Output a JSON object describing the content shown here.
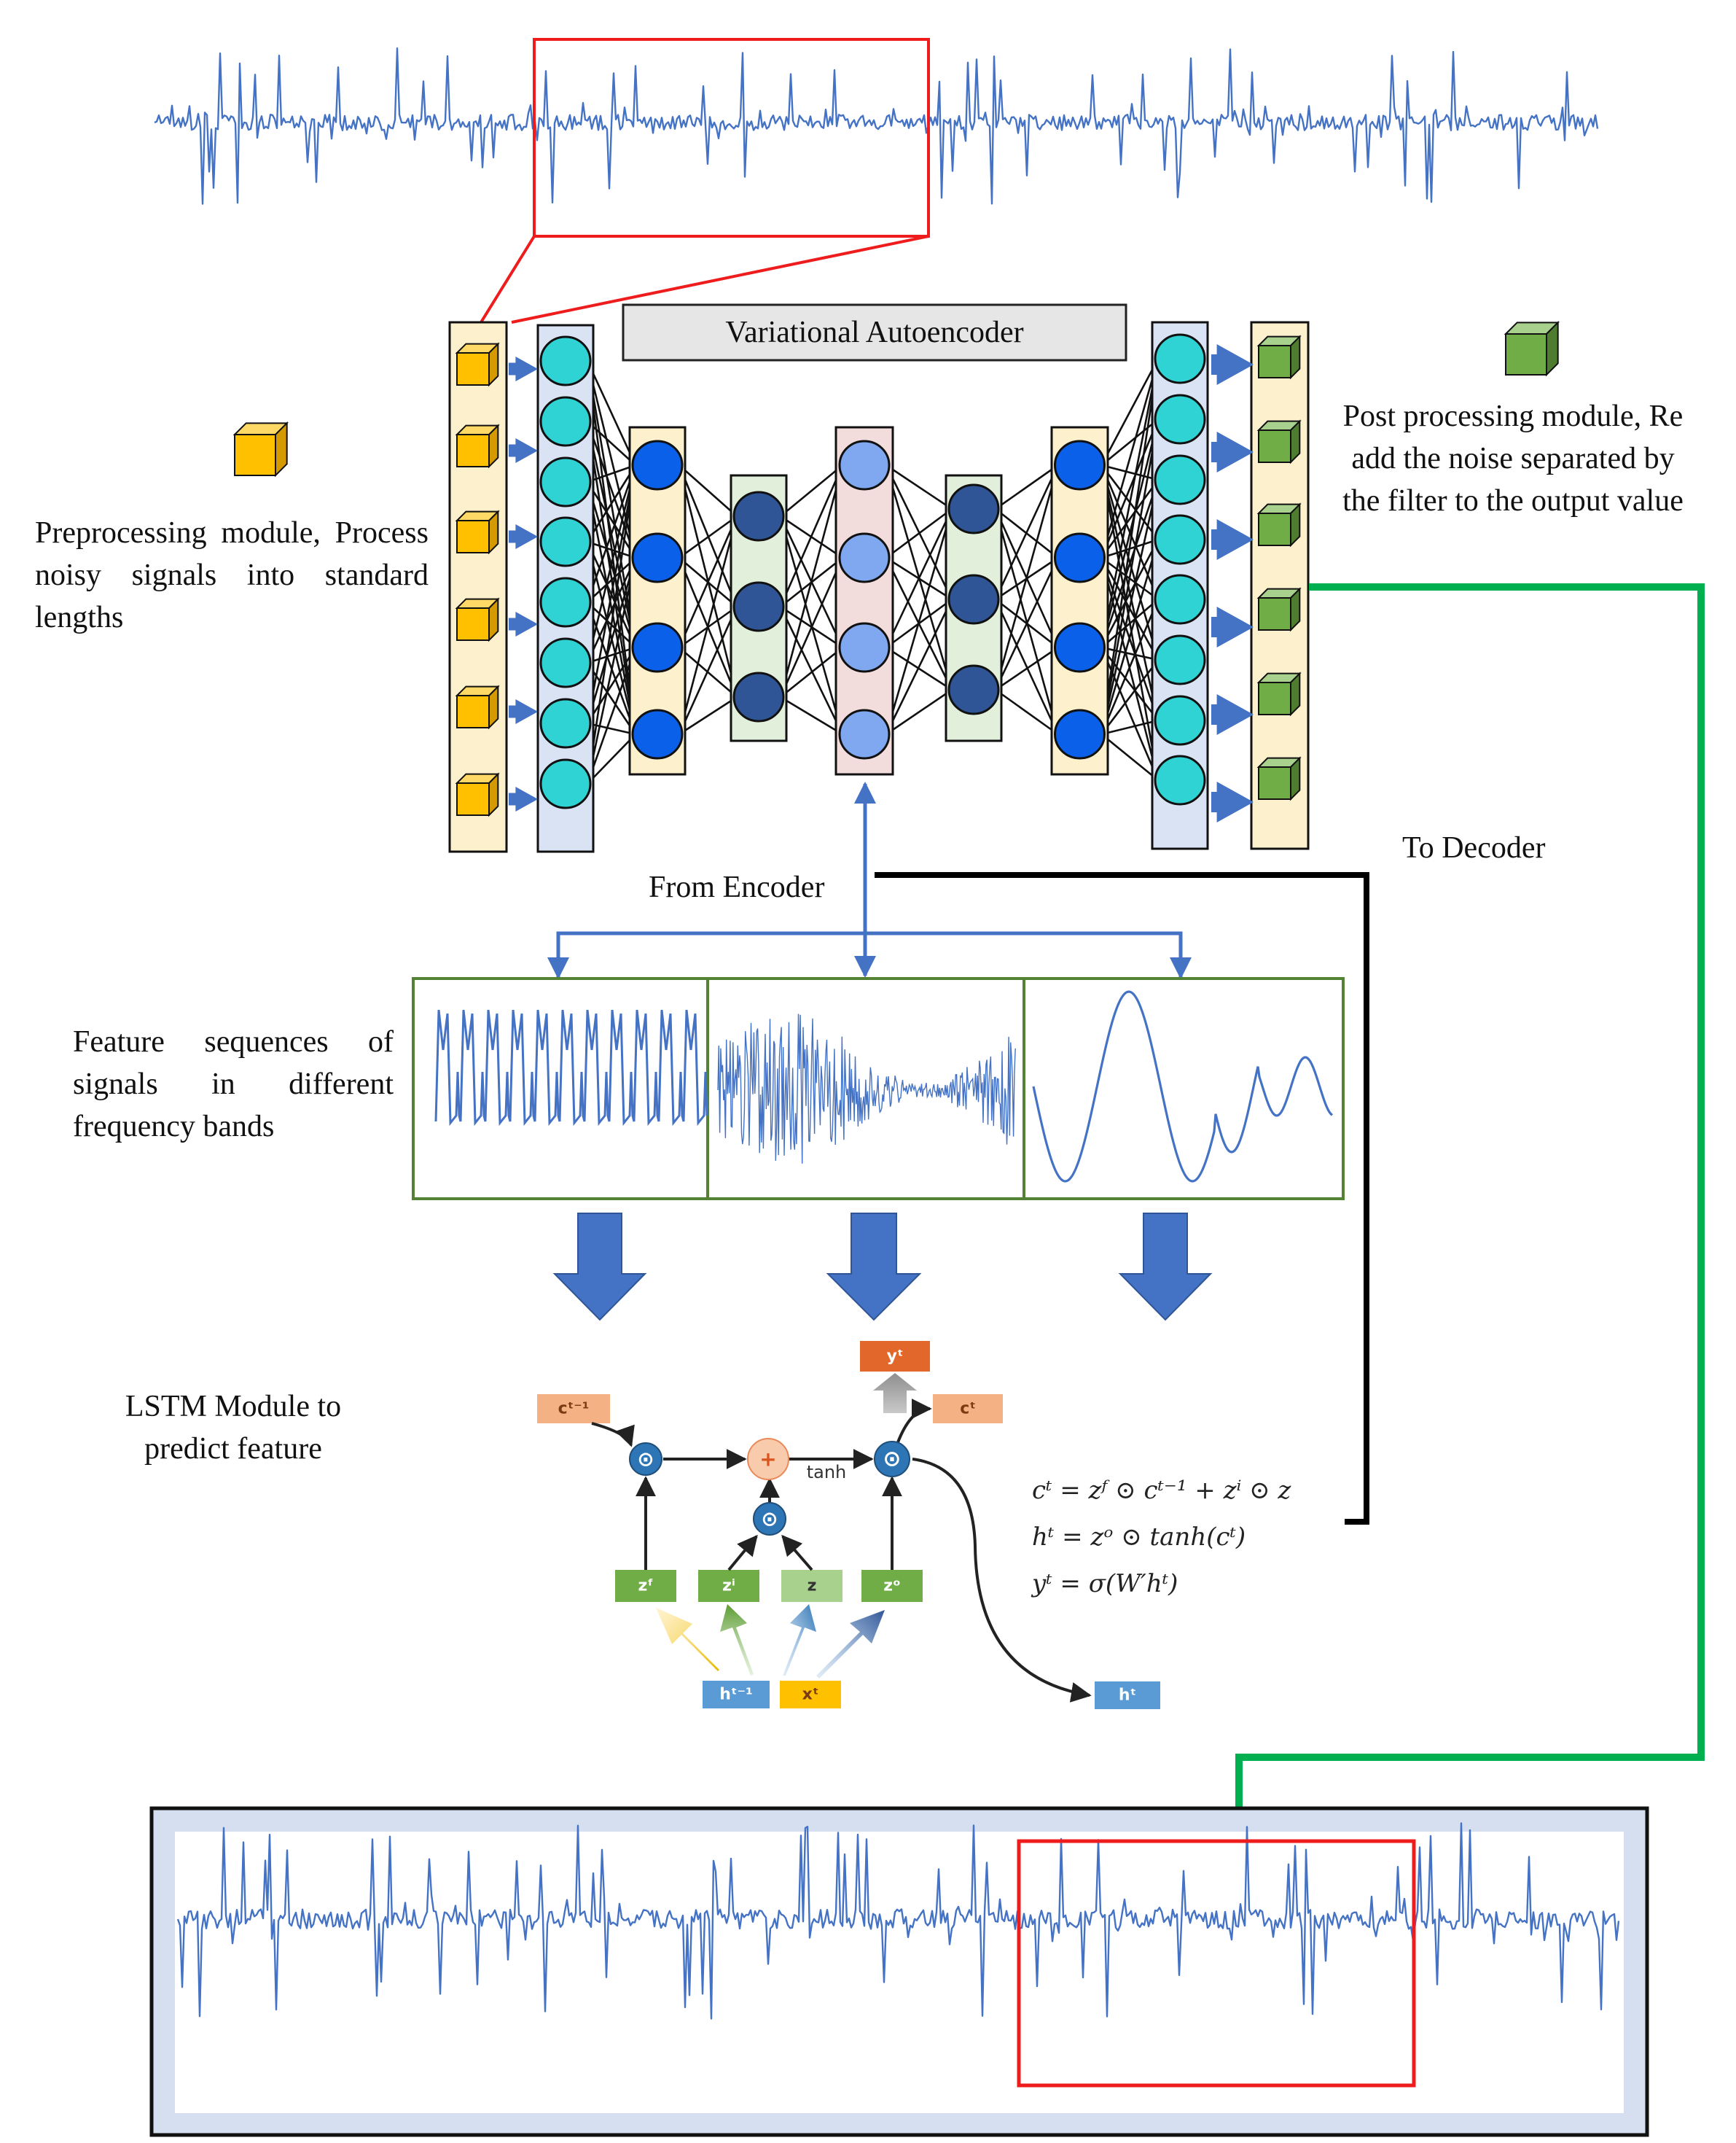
{
  "vae_title": "Variational Autoencoder",
  "preprocessing_text": "Preprocessing module, Process noisy signals into standard lengths",
  "postprocessing_text": "Post processing module, Re add the noise separated by the filter to the output value",
  "from_encoder": "From Encoder",
  "to_decoder": "To Decoder",
  "feature_text": "Feature sequences of signals in different frequency bands",
  "lstm_text": "LSTM Module to predict feature",
  "lstm": {
    "c_prev": "cᵗ⁻¹",
    "y_t": "yᵗ",
    "c_t": "cᵗ",
    "tanh": "tanh",
    "gates": [
      "zᶠ",
      "zⁱ",
      "z",
      "zᵒ"
    ],
    "h_prev": "hᵗ⁻¹",
    "x_t": "xᵗ",
    "h_t": "hᵗ",
    "dot": "⊙",
    "plus": "+"
  },
  "equations": [
    "cᵗ = zᶠ ⊙ cᵗ⁻¹ + zⁱ ⊙ z",
    "hᵗ = zᵒ ⊙ tanh(cᵗ)",
    "yᵗ = σ(W′hᵗ)"
  ],
  "colors": {
    "signal": "#4472c4",
    "highlight_box": "#ee1c1c",
    "black_path": "#000000",
    "green_path": "#00b050",
    "band_border": "#548235",
    "input_cube": "#ffc000",
    "output_cube": "#70ad47",
    "layer_cream": "#fdf0cc",
    "layer_lavender": "#dae3f3",
    "layer_pink": "#f3dcdc",
    "layer_green": "#e2efda",
    "node_cyan": "#30d3d3",
    "node_blue": "#0a60e8",
    "node_navy": "#2f5597",
    "node_light": "#7fa8f0",
    "output_panel": "#d5dff0"
  }
}
